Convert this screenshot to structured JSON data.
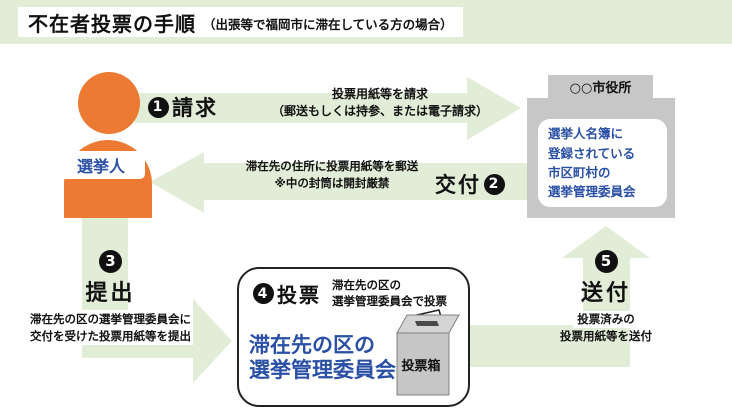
{
  "title": {
    "main": "不在者投票の手順",
    "sub": "（出張等で福岡市に滞在している方の場合）"
  },
  "voter": {
    "label": "選挙人"
  },
  "office": {
    "sign": "○○市役所",
    "committee": "選挙人名簿に\n登録されている\n市区町村の\n選挙管理委員会"
  },
  "steps": {
    "s1": {
      "num": "1",
      "label": "請求",
      "note": "投票用紙等を請求\n（郵送もしくは持参、または電子請求）"
    },
    "s2": {
      "num": "2",
      "label": "交付",
      "note": "滞在先の住所に投票用紙等を郵送\n※中の封筒は開封厳禁"
    },
    "s3": {
      "num": "3",
      "label": "提出",
      "note": "滞在先の区の選挙管理委員会に\n交付を受けた投票用紙等を提出"
    },
    "s4": {
      "num": "4",
      "label": "投票",
      "note": "滞在先の区の\n選挙管理委員会で投票",
      "committee": "滞在先の区の\n選挙管理委員会",
      "ballot_box": "投票箱"
    },
    "s5": {
      "num": "5",
      "label": "送付",
      "note1": "投票済みの",
      "note2": "投票用紙等を送付"
    }
  },
  "colors": {
    "green": "#e2edd8",
    "orange": "#ec7a33",
    "blue": "#2a50a5",
    "gray": "#c7c7c7"
  }
}
